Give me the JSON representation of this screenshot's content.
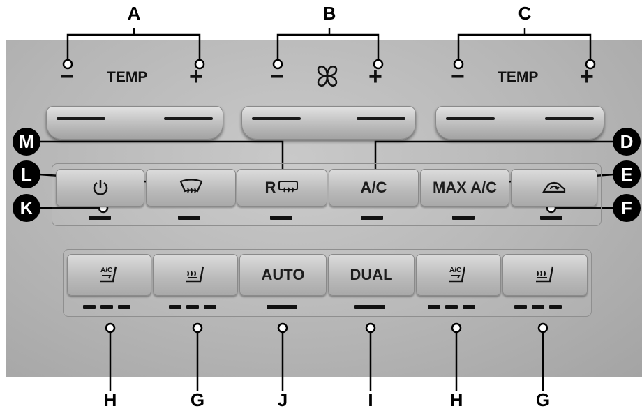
{
  "top_labels": {
    "a": "A",
    "b": "B",
    "c": "C"
  },
  "panel_labels": {
    "minus": "−",
    "plus": "+",
    "temp": "TEMP"
  },
  "fan_icon": "fan-icon",
  "buttons_row1": {
    "power_icon": "power-icon",
    "defrost_front_icon": "windshield-defrost-icon",
    "rear_defrost_label": "R",
    "rear_defrost_icon": "rear-window-defrost-icon",
    "ac_label": "A/C",
    "max_ac_label": "MAX A/C",
    "recirc_icon": "air-recirculation-icon"
  },
  "buttons_row2": {
    "cooled_seat_icon": "cooled-seat-icon",
    "heated_seat_icon": "heated-seat-icon",
    "auto_label": "AUTO",
    "dual_label": "DUAL"
  },
  "callouts": {
    "m": "M",
    "l": "L",
    "k": "K",
    "d": "D",
    "e": "E",
    "f": "F"
  },
  "bottom_labels": [
    "H",
    "G",
    "J",
    "I",
    "H",
    "G"
  ]
}
